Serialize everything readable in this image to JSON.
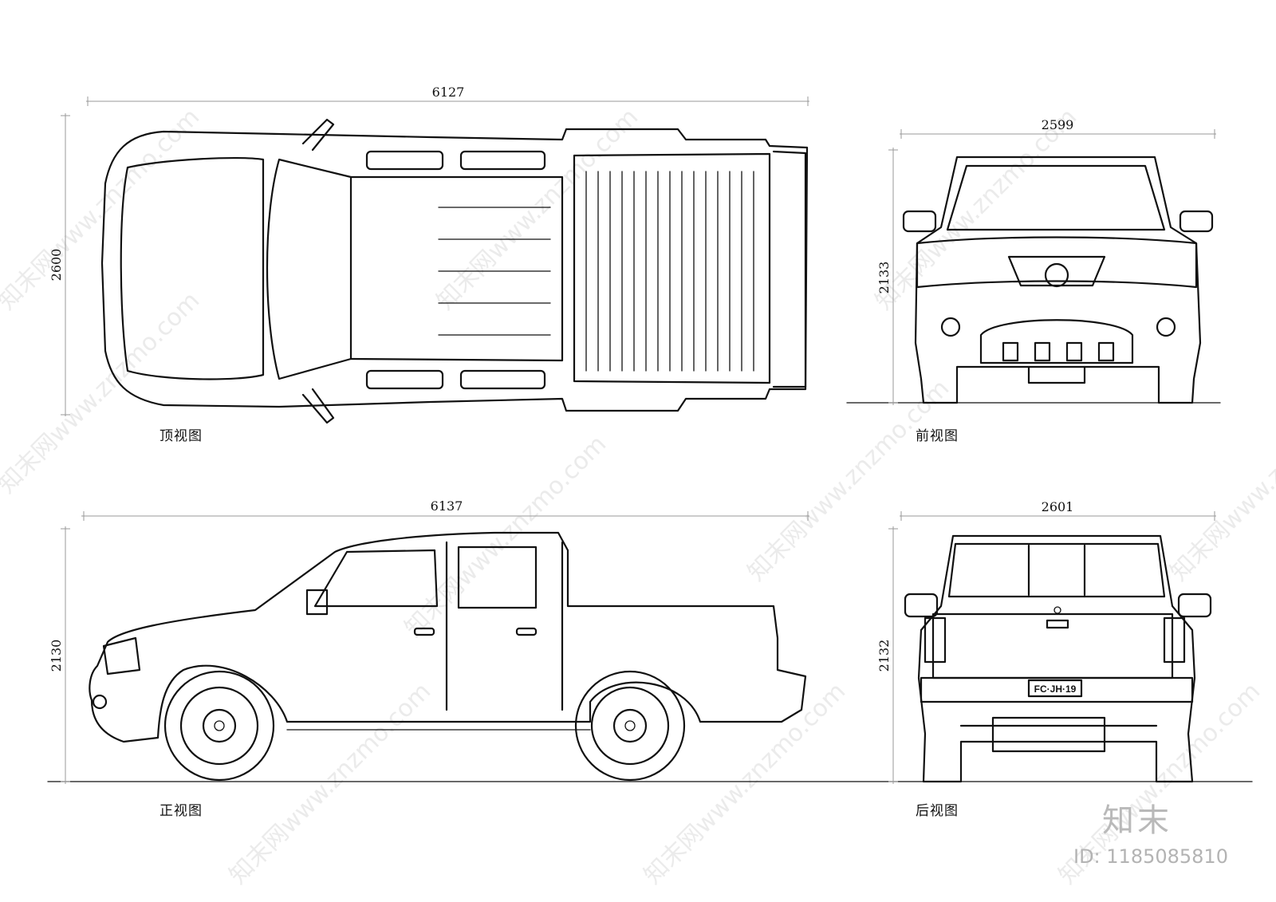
{
  "views": {
    "top": {
      "label": "顶视图",
      "length": "6127",
      "width": "2600"
    },
    "front": {
      "label": "前视图",
      "width": "2599",
      "height": "2133"
    },
    "side": {
      "label": "正视图",
      "length": "6137",
      "height": "2130"
    },
    "rear": {
      "label": "后视图",
      "width": "2601",
      "height": "2132",
      "plate": "FC·JH·19"
    }
  },
  "watermark": {
    "brand": "知末",
    "site": "知末网www.znzmo.com",
    "id": "ID: 1185085810"
  }
}
